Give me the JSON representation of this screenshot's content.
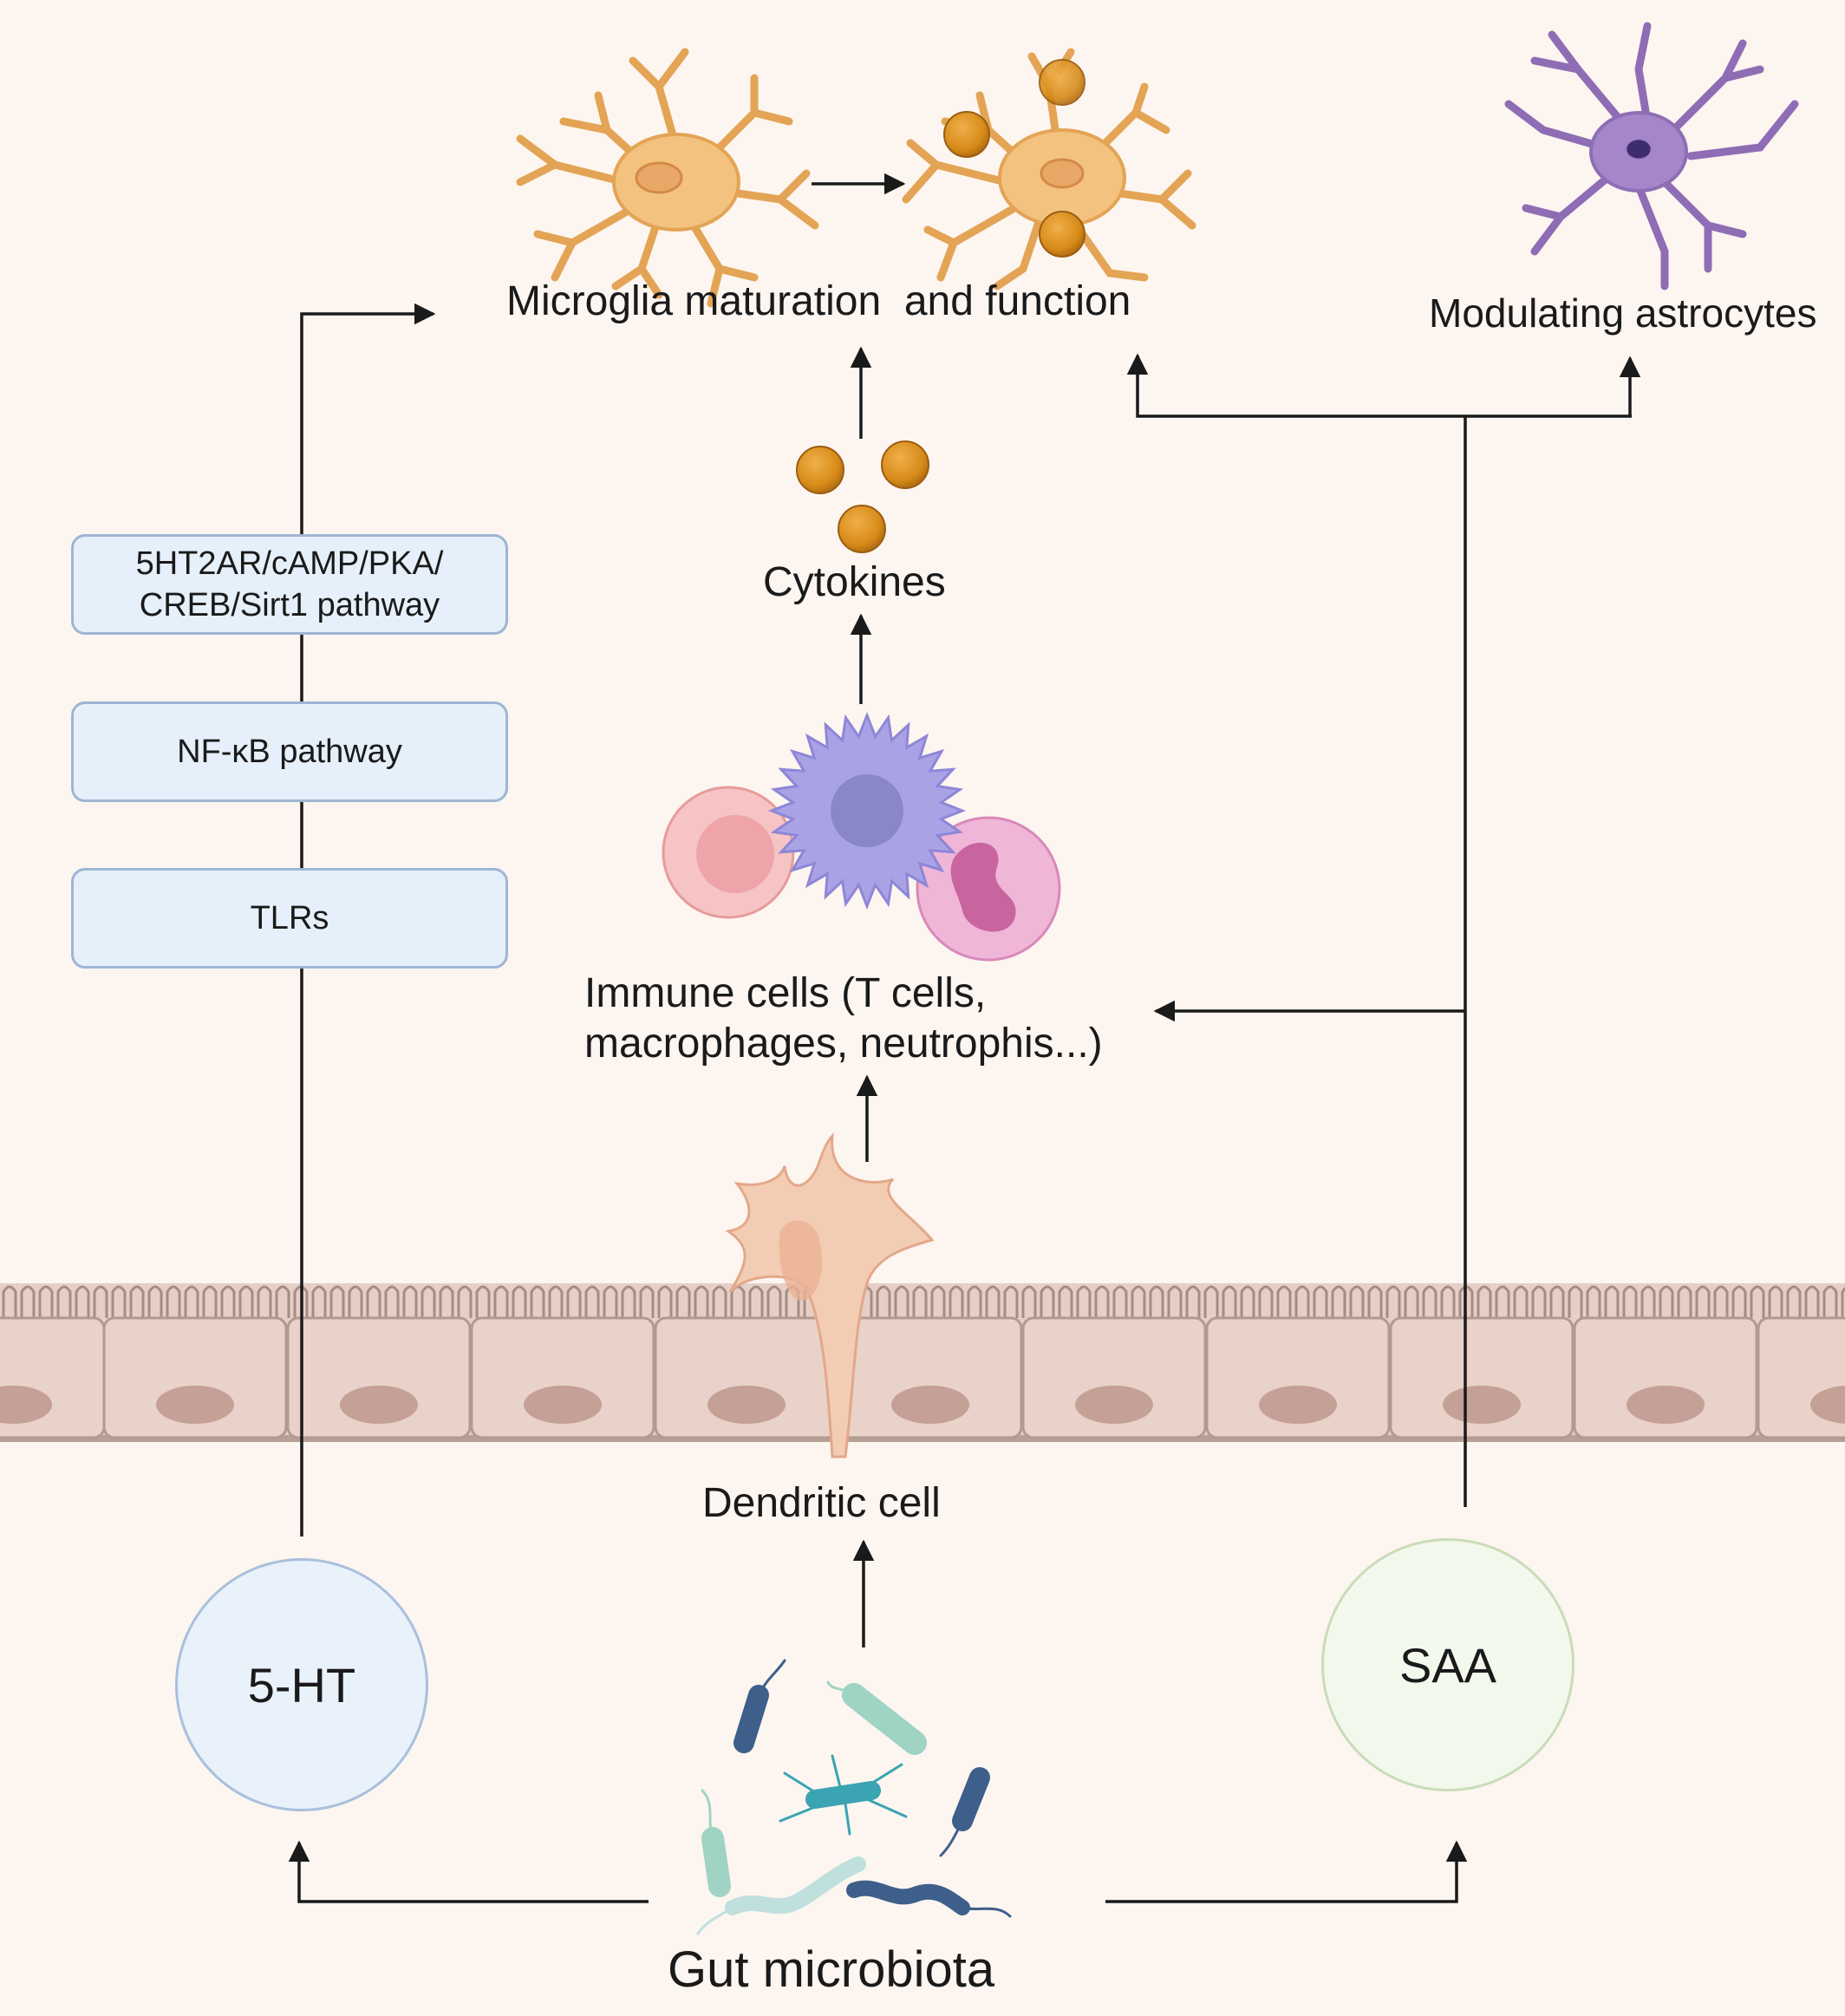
{
  "labels": {
    "microglia": "Microglia maturation  and function",
    "astrocytes": "Modulating astrocytes",
    "cytokines": "Cytokines",
    "immune_line1": "Immune cells (T cells,",
    "immune_line2": "macrophages, neutrophis...)",
    "dendritic": "Dendritic cell",
    "gut": "Gut microbiota"
  },
  "pathway_boxes": [
    {
      "line1": "5HT2AR/cAMP/PKA/",
      "line2": "CREB/Sirt1 pathway"
    },
    {
      "line1": "NF-κB pathway",
      "line2": ""
    },
    {
      "line1": "TLRs",
      "line2": ""
    }
  ],
  "nodes": {
    "serotonin": "5-HT",
    "saa": "SAA"
  },
  "colors": {
    "background": "#fdf5f0",
    "microglia": "#f4c27f",
    "astrocyte": "#9b7bbf",
    "cytokine": "#d68a18",
    "epithelium": "#e6cfc6",
    "box_fill": "#e6f0fa",
    "arrow": "#1a1a1a"
  }
}
